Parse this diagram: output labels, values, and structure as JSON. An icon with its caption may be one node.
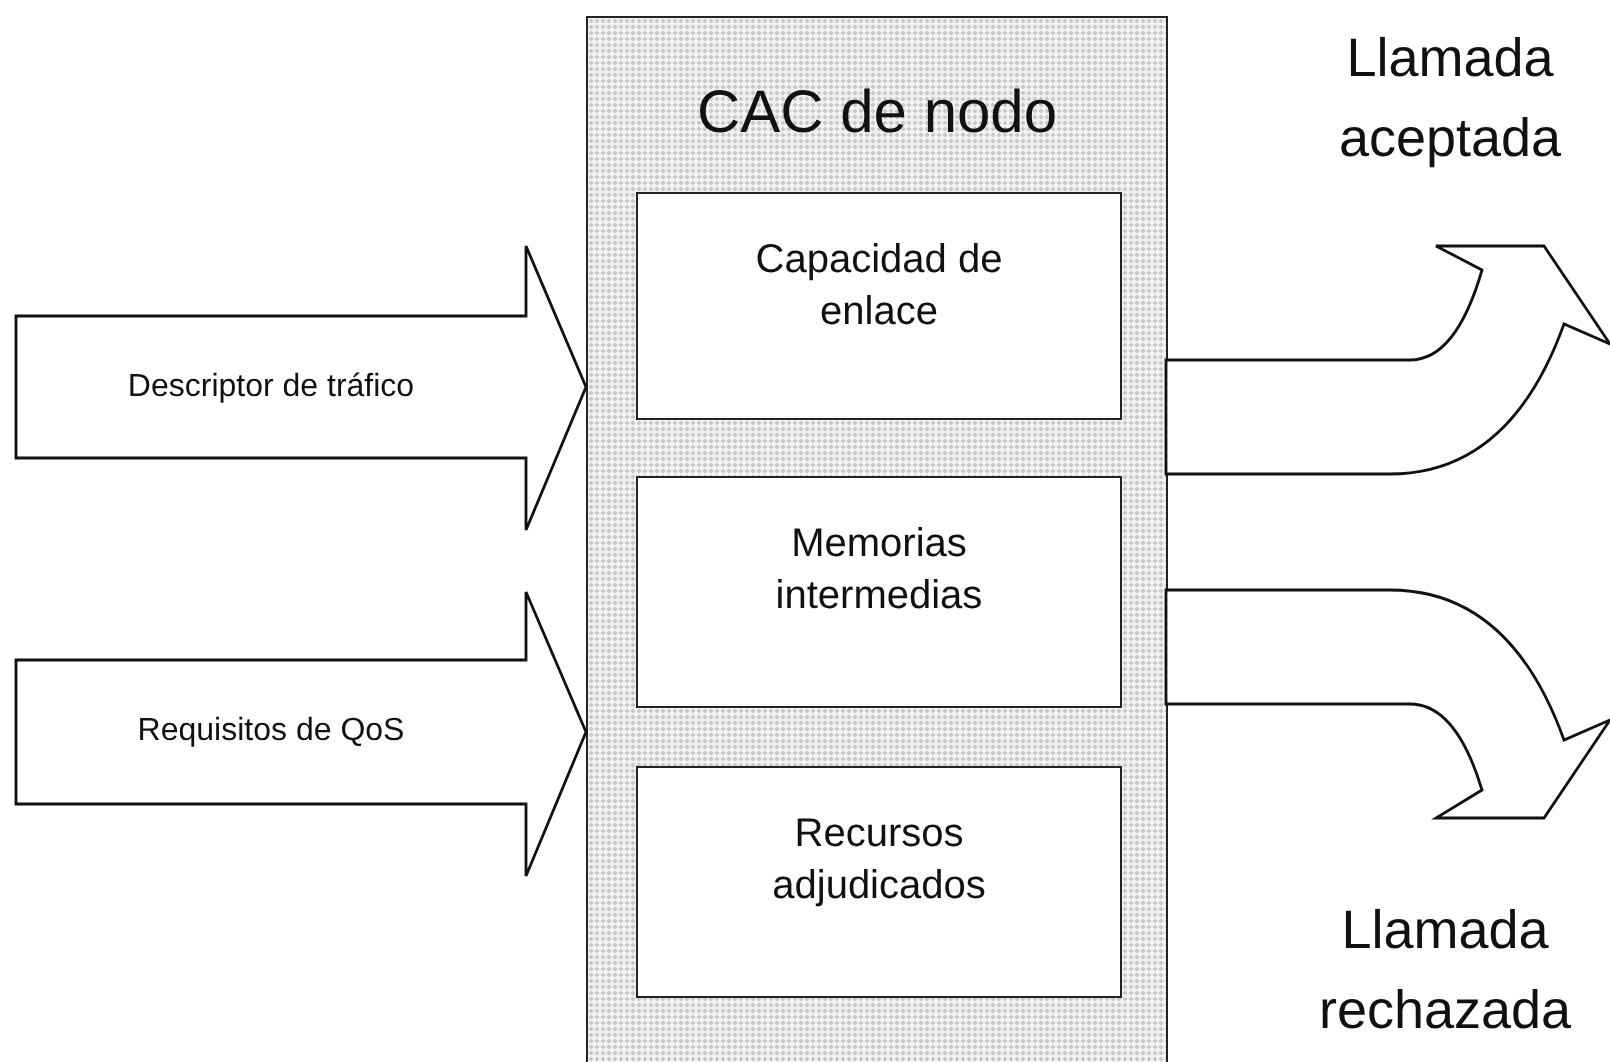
{
  "diagram": {
    "nodes": [
      {
        "text": [
          "CAC de nodo"
        ]
      },
      {
        "text": [
          "Capacidad de enlace"
        ],
        "in": 0
      },
      {
        "text": [
          "Memorias intermedias"
        ],
        "in": 0
      },
      {
        "text": [
          "Recursos adjudicados"
        ],
        "in": 0
      },
      {
        "text": [
          "Llamada aceptada"
        ]
      },
      {
        "text": [
          "Llamada rechazada"
        ]
      }
    ],
    "edges": [
      {
        "from": null,
        "to": 0,
        "arrow": "to",
        "label": "Descriptor de tráfico"
      },
      {
        "from": null,
        "to": 0,
        "arrow": "to",
        "label": "Requisitos de QoS"
      },
      {
        "from": 0,
        "to": 4,
        "arrow": "to"
      },
      {
        "from": 0,
        "to": 5,
        "arrow": "to"
      }
    ]
  }
}
